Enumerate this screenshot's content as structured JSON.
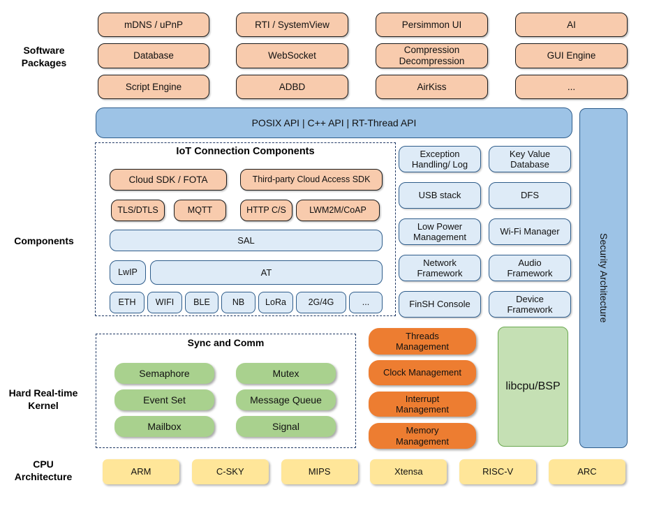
{
  "sections": {
    "software_label": "Software\nPackages",
    "components_label": "Components",
    "kernel_label": "Hard Real-time\nKernel",
    "cpu_label": "CPU\nArchitecture"
  },
  "software_packages": {
    "rows": [
      [
        "mDNS / uPnP",
        "RTI / SystemView",
        "Persimmon UI",
        "AI"
      ],
      [
        "Database",
        "WebSocket",
        "Compression\nDecompression",
        "GUI Engine"
      ],
      [
        "Script Engine",
        "ADBD",
        "AirKiss",
        "..."
      ]
    ]
  },
  "api_bar": {
    "label": "POSIX API | C++ API | RT-Thread API"
  },
  "security_bar": {
    "label": "Security Architecture"
  },
  "iot_components": {
    "title": "IoT Connection Components",
    "cloud_row": [
      "Cloud SDK / FOTA",
      "Third-party Cloud Access SDK"
    ],
    "protocol_row": [
      "TLS/DTLS",
      "MQTT",
      "HTTP C/S",
      "LWM2M/CoAP"
    ],
    "sal": "SAL",
    "lwip": "LwIP",
    "at": "AT",
    "links": [
      "ETH",
      "WIFI",
      "BLE",
      "NB",
      "LoRa",
      "2G/4G",
      "..."
    ]
  },
  "system_services": [
    "Exception\nHandling/ Log",
    "Key Value\nDatabase",
    "USB stack",
    "DFS",
    "Low Power\nManagement",
    "Wi-Fi Manager",
    "Network\nFramework",
    "Audio\nFramework",
    "FinSH Console",
    "Device\nFramework"
  ],
  "kernel": {
    "sync_title": "Sync and Comm",
    "sync_items": [
      "Semaphore",
      "Mutex",
      "Event Set",
      "Message Queue",
      "Mailbox",
      "Signal"
    ],
    "management": [
      "Threads\nManagement",
      "Clock Management",
      "Interrupt\nManagement",
      "Memory\nManagement"
    ],
    "libcpu": "libcpu/BSP"
  },
  "cpu_architectures": [
    "ARM",
    "C-SKY",
    "MIPS",
    "Xtensa",
    "RISC-V",
    "ARC"
  ],
  "colors": {
    "package_fill": "#F8CBAD",
    "api_fill": "#9DC3E6",
    "api_border": "#2E5C8A",
    "service_fill": "#DEEBF7",
    "service_border": "#2E5C8A",
    "kernel_green": "#A9D18E",
    "management_orange": "#ED7D31",
    "libcpu_fill": "#C5E0B4",
    "libcpu_border": "#6AA84F",
    "cpu_yellow": "#FFE699",
    "dash_border": "#1F3864"
  }
}
